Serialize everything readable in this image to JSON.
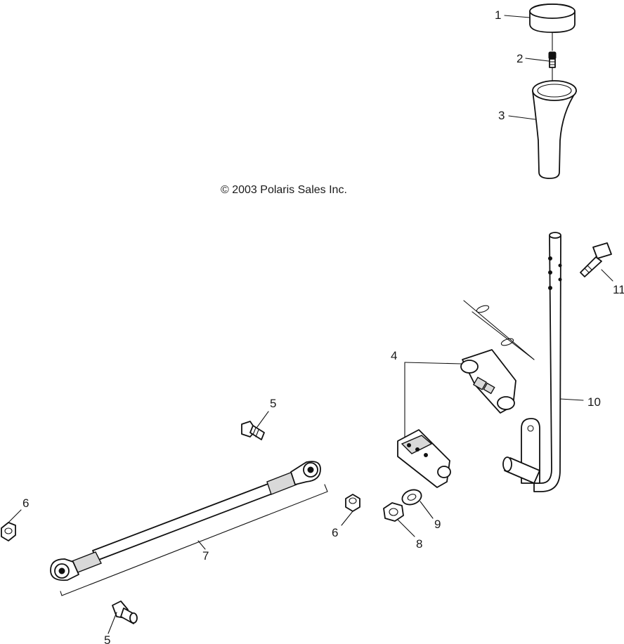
{
  "copyright": "© 2003 Polaris Sales Inc.",
  "callouts": {
    "c1": "1",
    "c2": "2",
    "c3": "3",
    "c4": "4",
    "c5a": "5",
    "c5b": "5",
    "c6a": "6",
    "c6b": "6",
    "c7": "7",
    "c8": "8",
    "c9": "9",
    "c10": "10",
    "c11": "11"
  }
}
